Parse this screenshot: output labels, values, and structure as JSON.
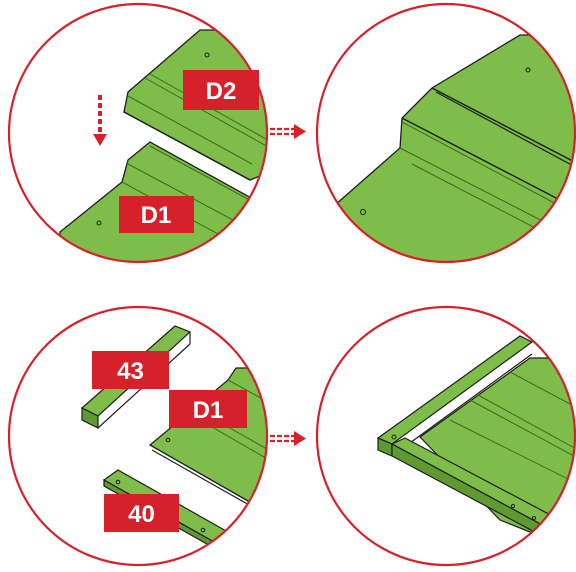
{
  "steps": [
    {
      "before": {
        "labels": [
          "D2",
          "D1"
        ]
      }
    },
    {
      "before": {
        "labels": [
          "43",
          "D1",
          "40"
        ]
      }
    }
  ],
  "colors": {
    "panel": "#7fbd4a",
    "panel_dark": "#5e9a2f",
    "outline": "#1e1e1e",
    "circle_border": "#d6202a",
    "label_bg": "#d6202a",
    "label_text": "#ffffff",
    "arrow": "#d6202a"
  }
}
